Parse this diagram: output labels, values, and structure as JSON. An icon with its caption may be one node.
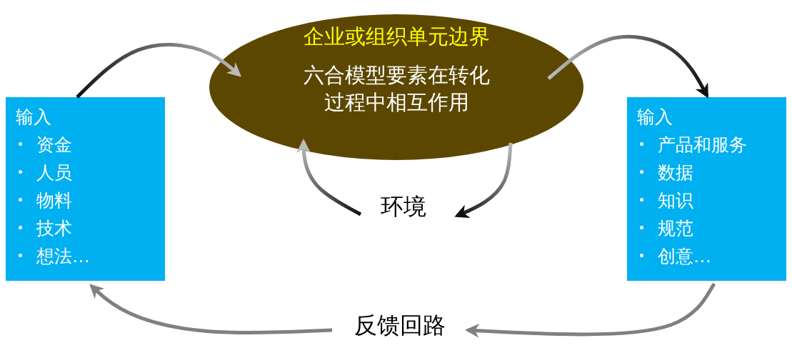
{
  "diagram": {
    "nodes": [
      {
        "text": [
          "企业或组织单元边界",
          "六合模型要素在转化过程中相互作用"
        ]
      },
      {
        "text": [
          "输入",
          "资金",
          "人员",
          "物料",
          "技术",
          "想法…"
        ]
      },
      {
        "text": [
          "输入",
          "产品和服务",
          "数据",
          "知识",
          "规范",
          "创意…"
        ]
      },
      {
        "text": [
          "环境"
        ]
      },
      {
        "text": [
          "反馈回路"
        ]
      }
    ],
    "edges": [
      {
        "from": 1,
        "to": 0,
        "arrow": "to"
      },
      {
        "from": 0,
        "to": 2,
        "arrow": "to"
      },
      {
        "from": 3,
        "to": 0,
        "arrow": "to"
      },
      {
        "from": 0,
        "to": 3,
        "arrow": "to"
      },
      {
        "from": 2,
        "to": 4,
        "arrow": "to",
        "color": "#808080"
      },
      {
        "from": 4,
        "to": 1,
        "arrow": "to",
        "color": "#808080"
      }
    ]
  }
}
